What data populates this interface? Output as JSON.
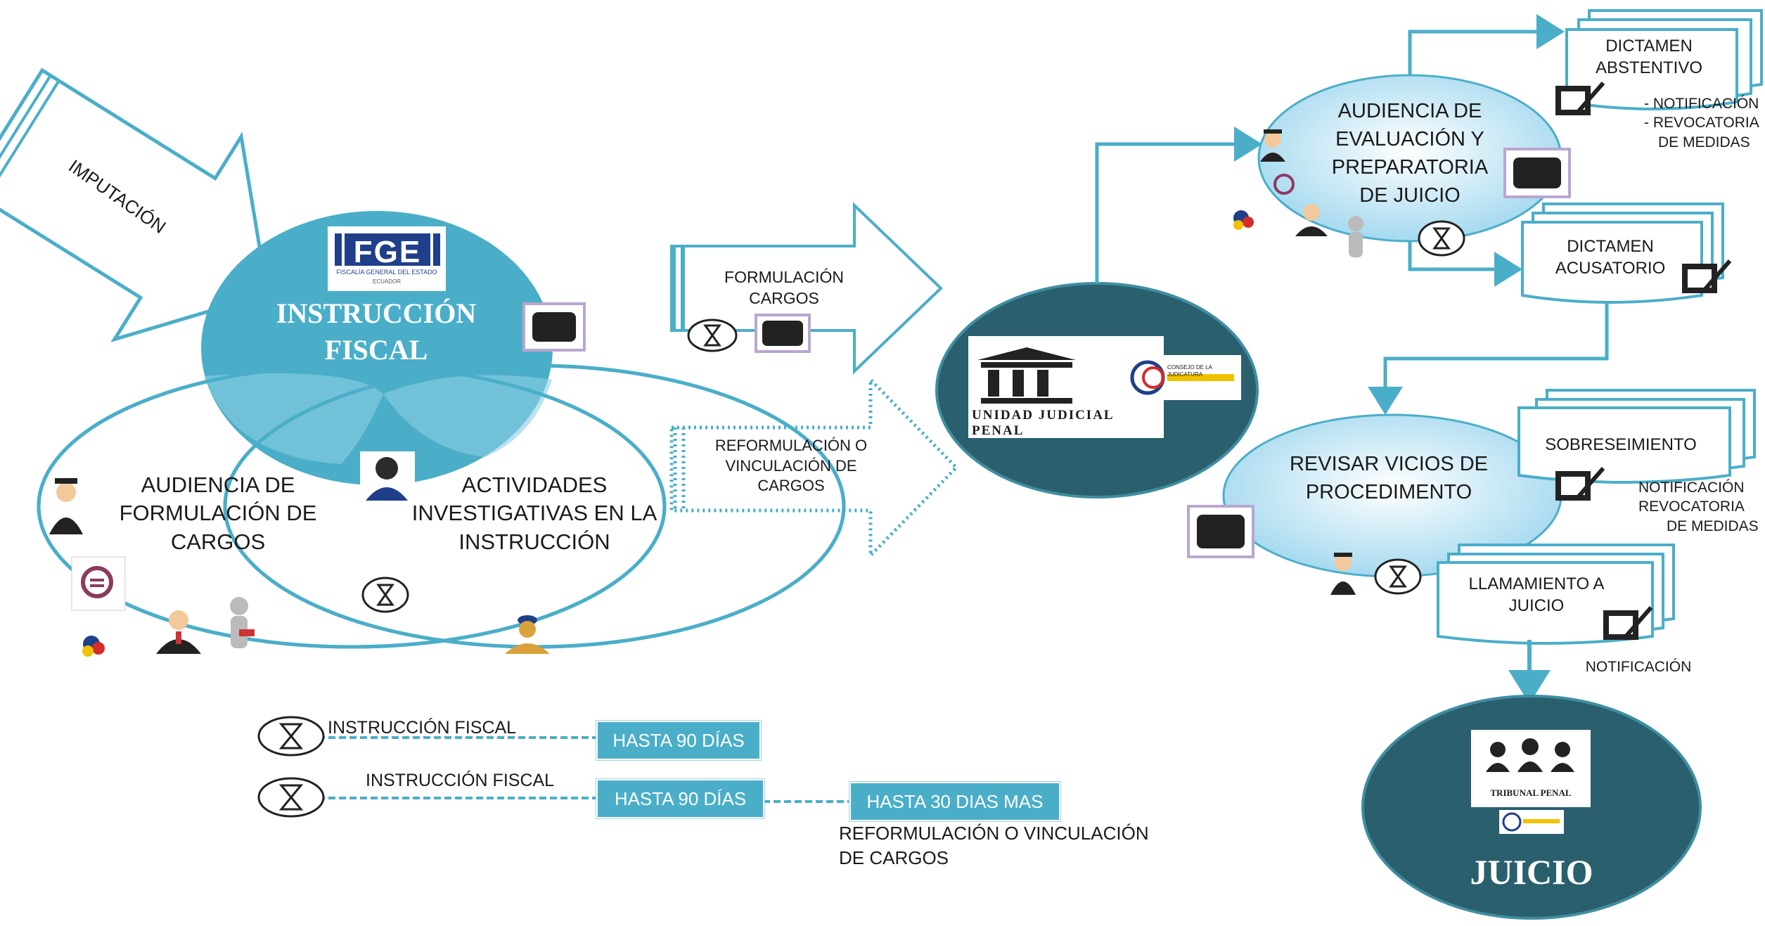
{
  "main": {
    "imputacion": "IMPUTACIÓN",
    "fge_logo": "FGE",
    "fge_subtitle": "FISCALÍA GENERAL DEL ESTADO",
    "fge_country": "ECUADOR",
    "instruccion_fiscal_line1": "INSTRUCCIÓN",
    "instruccion_fiscal_line2": "FISCAL",
    "audiencia_formulacion": [
      "AUDIENCIA DE",
      "FORMULACIÓN DE",
      "CARGOS"
    ],
    "actividades": [
      "ACTIVIDADES",
      "INVESTIGATIVAS EN LA",
      "INSTRUCCIÓN"
    ],
    "formulacion_cargos": [
      "FORMULACIÓN",
      "CARGOS"
    ],
    "reformulacion": [
      "REFORMULACIÓN O",
      "VINCULACIÓN DE",
      "CARGOS"
    ],
    "unidad_judicial": [
      "UNIDAD JUDICIAL",
      "PENAL"
    ],
    "judicatura_logo": "CONSEJO DE LA JUDICATURA"
  },
  "right": {
    "audiencia_evaluacion": [
      "AUDIENCIA DE",
      "EVALUACIÓN Y",
      "PREPARATORIA",
      "DE JUICIO"
    ],
    "dictamen_abstentivo": [
      "DICTAMEN",
      "ABSTENTIVO"
    ],
    "notif_abstentivo": [
      "- NOTIFICACIÓN",
      "- REVOCATORIA",
      "DE MEDIDAS"
    ],
    "dictamen_acusatorio": [
      "DICTAMEN",
      "ACUSATORIO"
    ],
    "revisar_vicios": [
      "REVISAR VICIOS DE",
      "PROCEDIMENTO"
    ],
    "sobreseimiento": "SOBRESEIMIENTO",
    "notif_sobreseimiento": [
      "NOTIFICACIÓN",
      "REVOCATORIA",
      "DE MEDIDAS"
    ],
    "llamamiento": [
      "LLAMAMIENTO A",
      "JUICIO"
    ],
    "notificacion": "NOTIFICACIÓN",
    "tribunal_penal": "TRIBUNAL PENAL",
    "juicio": "JUICIO"
  },
  "timeline": {
    "row1_label": "INSTRUCCIÓN FISCAL",
    "row1_badge": "HASTA 90 DÍAS",
    "row2_label": "INSTRUCCIÓN FISCAL",
    "row2_badge": "HASTA 90 DÍAS",
    "row2_extra_badge": "HASTA 30 DIAS MAS",
    "row2_note": [
      "REFORMULACIÓN O VINCULACIÓN",
      "DE CARGOS"
    ]
  },
  "colors": {
    "teal_dark": "#2a5f6e",
    "teal": "#4aaec9",
    "light_blue": "#a8dcef",
    "arrow_stroke": "#4aaec9"
  }
}
